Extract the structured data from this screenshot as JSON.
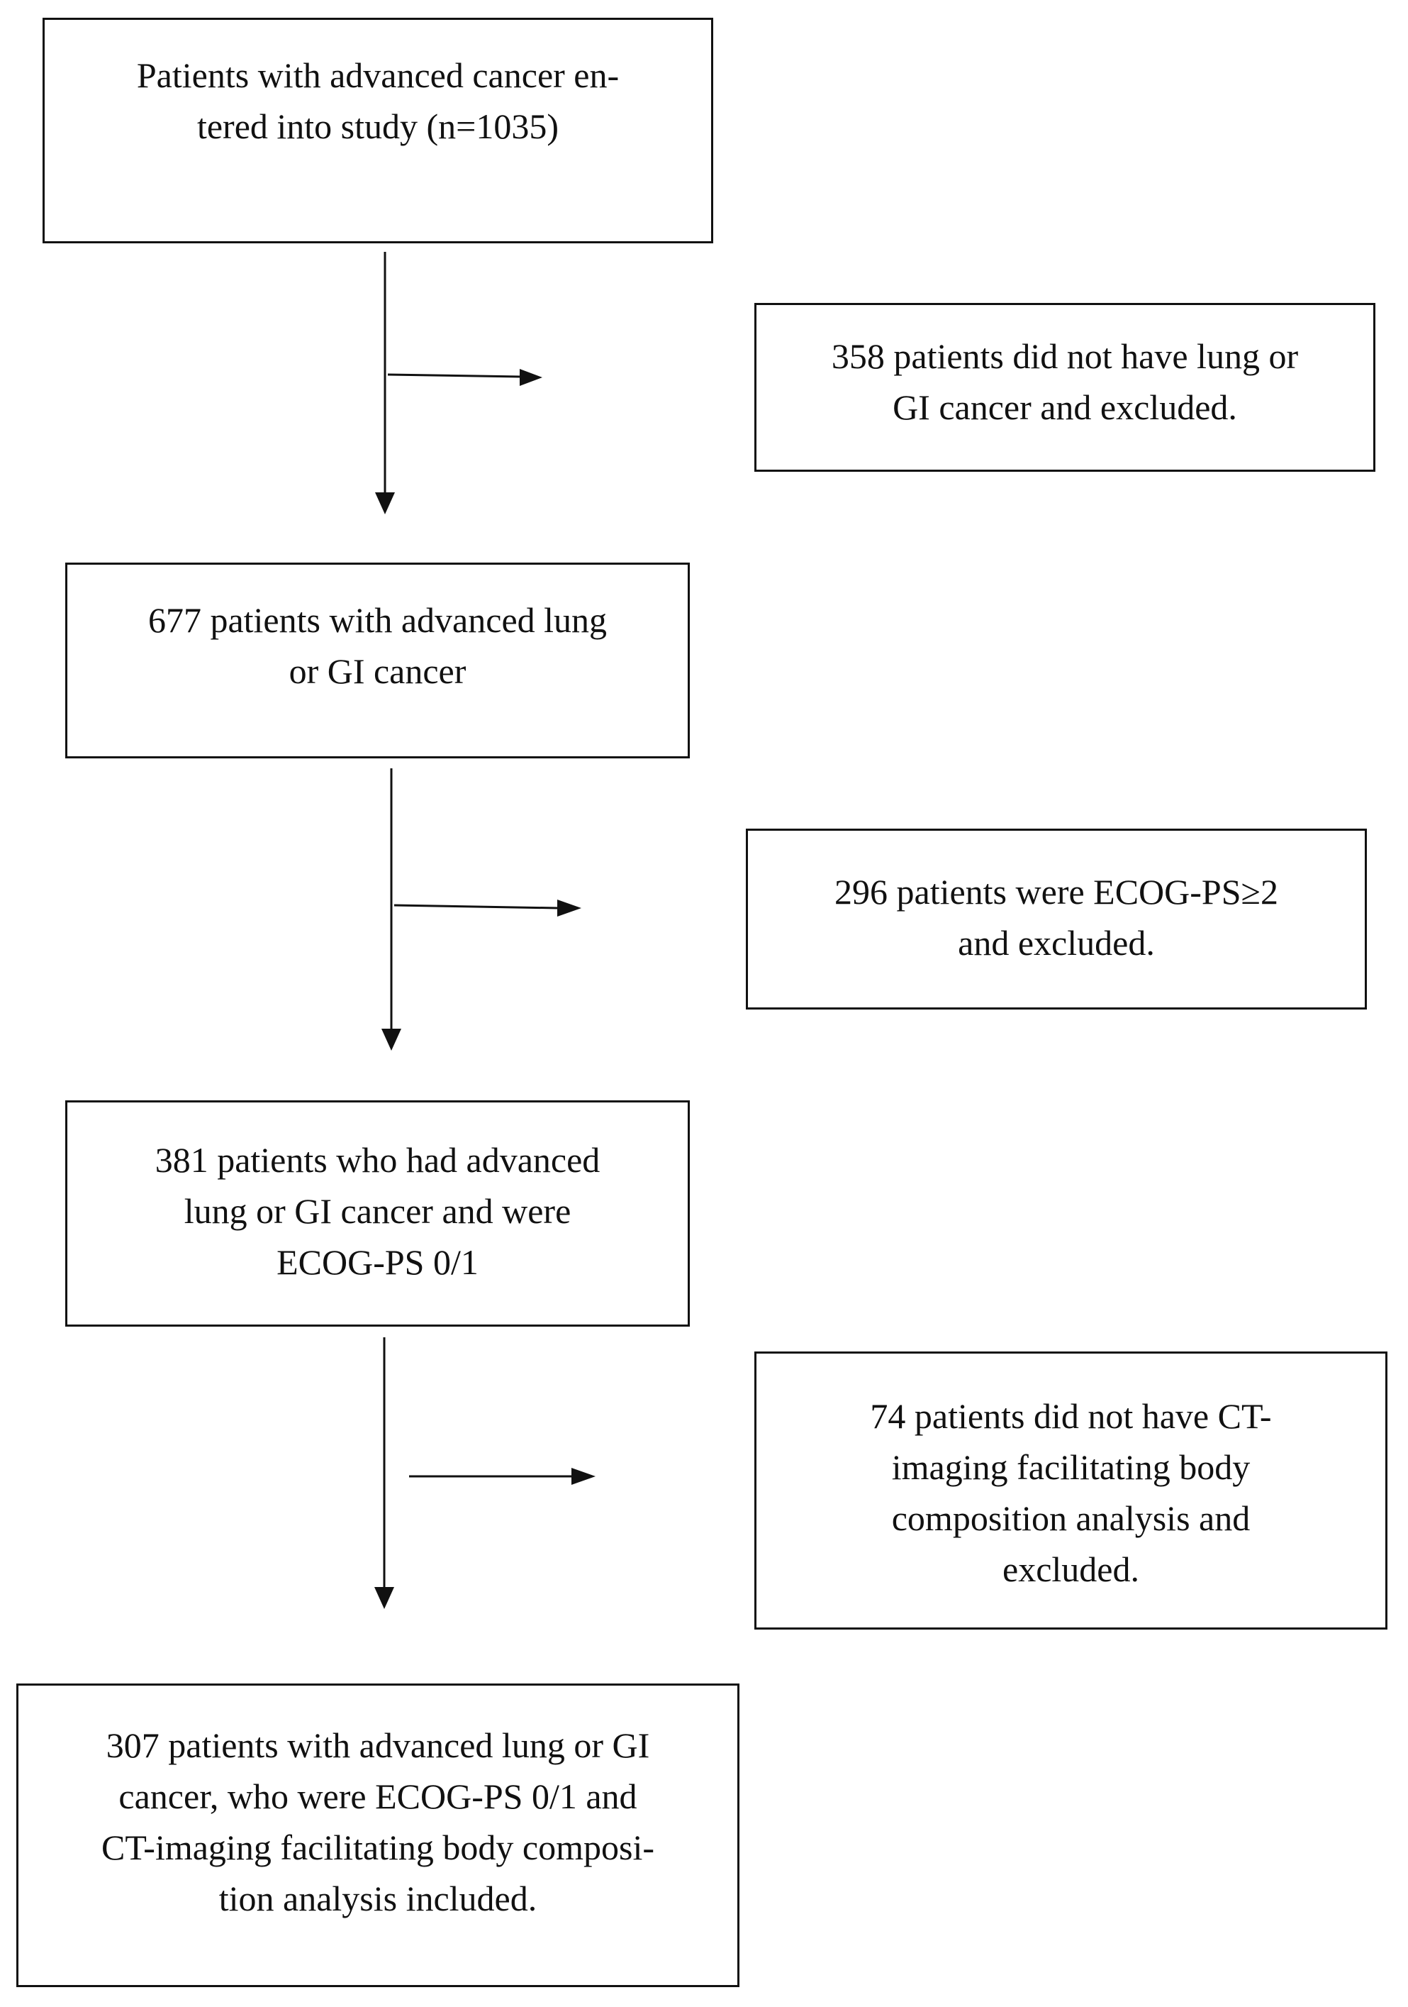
{
  "flow": {
    "enrolled": "Patients with advanced cancer en-\ntered into study (n=1035)",
    "excluded_1": "358 patients did not have lung or\nGI cancer and excluded.",
    "lung_gi": "677 patients with advanced lung\nor GI cancer",
    "excluded_2": "296 patients were ECOG-PS≥2\nand excluded.",
    "ecog_01": "381 patients who had advanced\nlung or GI cancer and were\nECOG-PS 0/1",
    "excluded_3": "74 patients did not have CT-\nimaging facilitating body\ncomposition analysis and\nexcluded.",
    "included": "307 patients with advanced lung or GI\ncancer, who were ECOG-PS 0/1 and\nCT-imaging facilitating body composi-\ntion analysis included."
  },
  "colors": {
    "line": "#111111",
    "background": "#ffffff"
  }
}
